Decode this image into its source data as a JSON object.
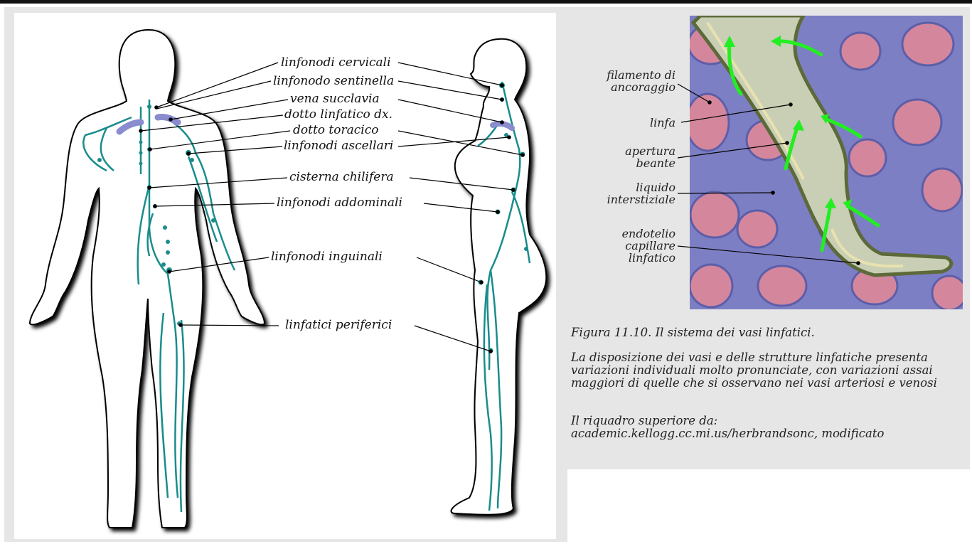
{
  "main_labels": [
    "linfonodi cervicali",
    "linfonodo sentinella",
    "vena succlavia",
    "dotto linfatico dx.",
    "dotto toracico",
    "linfonodi ascellari",
    "cisterna chilifera",
    "linfonodi addominali",
    "linfonodi inguinali",
    "linfatici periferici"
  ],
  "inset_labels": [
    "filamento di\nancoraggio",
    "linfa",
    "apertura\nbeante",
    "liquido\ninterstiziale",
    "endotelio\ncapillare\nlinfatico"
  ],
  "caption": {
    "title": "Figura 11.10. Il sistema dei vasi linfatici.",
    "body": "La disposizione dei vasi e delle strutture linfatiche presenta variazioni individuali molto pronunciate, con variazioni assai maggiori di quelle che si osservano nei vasi arteriosi e venosi",
    "source": "Il riquadro superiore da: academic.kellogg.cc.mi.us/herbrandsonc, modificato"
  },
  "colors": {
    "lymph": "#1a8c8c",
    "vein": "#8a8ccf",
    "arrow": "#22ee22",
    "cell_pink": "#d9879a",
    "interstitial": "#7d7fc4"
  }
}
